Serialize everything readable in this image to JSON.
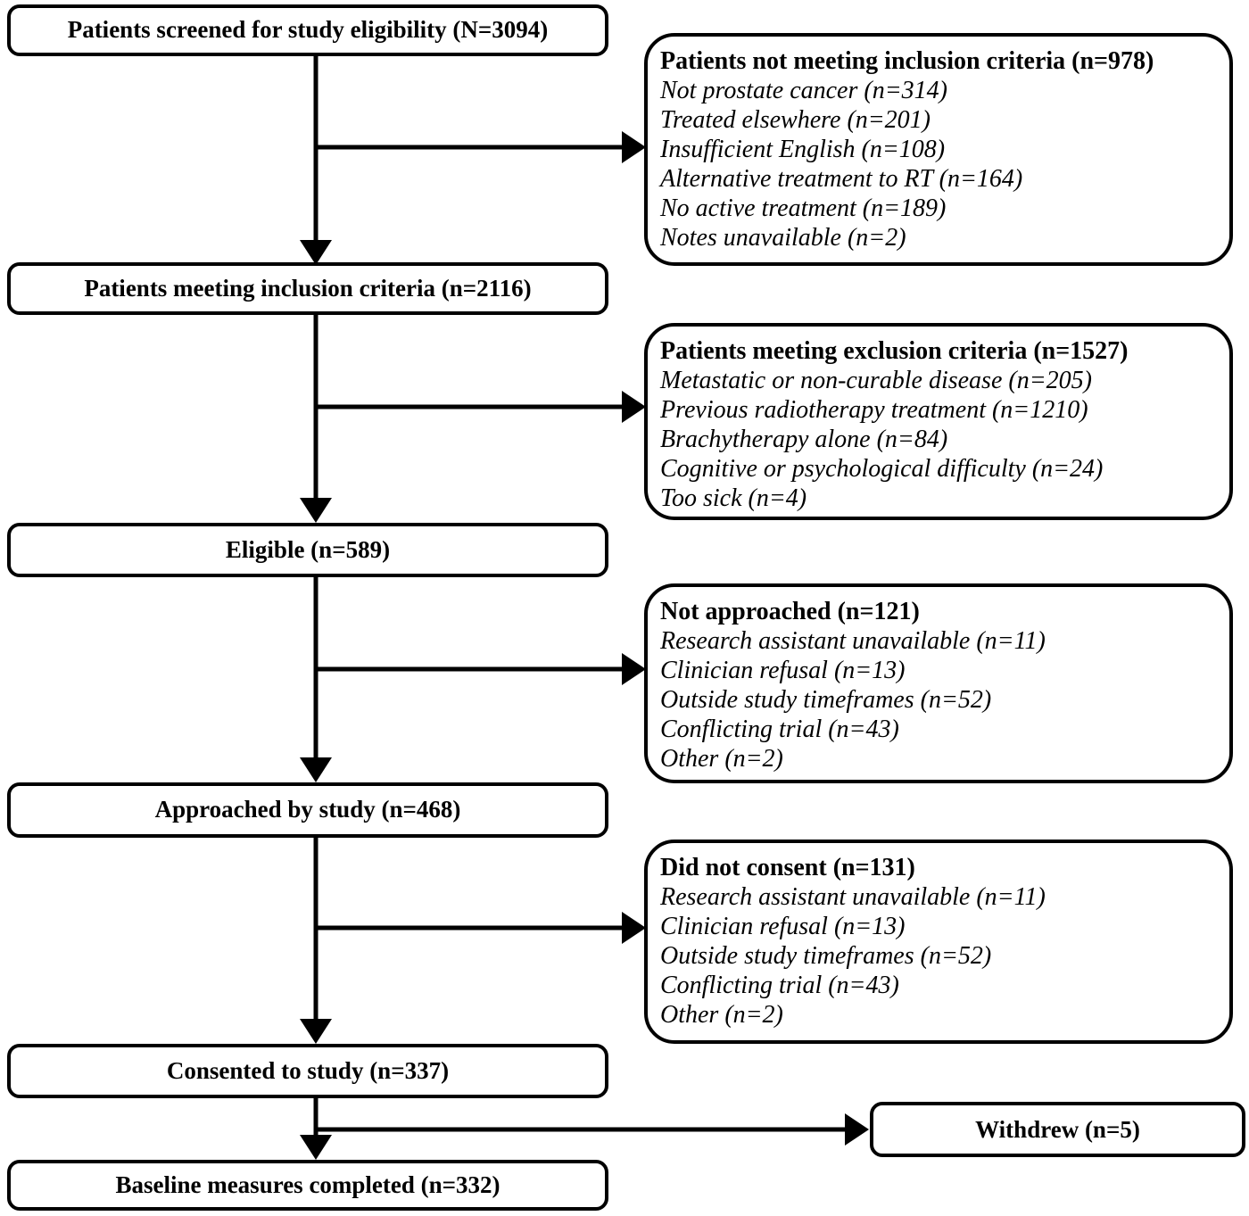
{
  "flowchart": {
    "main_boxes": [
      {
        "label": "Patients screened for study eligibility (N=3094)"
      },
      {
        "label": "Patients meeting inclusion criteria (n=2116)"
      },
      {
        "label": "Eligible (n=589)"
      },
      {
        "label": "Approached by study (n=468)"
      },
      {
        "label": "Consented to study (n=337)"
      },
      {
        "label": "Baseline measures completed (n=332)"
      }
    ],
    "side_boxes": [
      {
        "title": "Patients not meeting inclusion criteria (n=978)",
        "items": [
          "Not prostate cancer (n=314)",
          "Treated elsewhere (n=201)",
          "Insufficient English (n=108)",
          "Alternative treatment to RT (n=164)",
          "No active treatment (n=189)",
          "Notes unavailable (n=2)"
        ]
      },
      {
        "title": "Patients meeting exclusion criteria (n=1527)",
        "items": [
          "Metastatic or non-curable disease (n=205)",
          "Previous radiotherapy treatment (n=1210)",
          "Brachytherapy alone (n=84)",
          "Cognitive or psychological difficulty (n=24)",
          "Too sick (n=4)"
        ]
      },
      {
        "title": "Not approached (n=121)",
        "items": [
          "Research assistant unavailable (n=11)",
          "Clinician refusal (n=13)",
          "Outside study timeframes (n=52)",
          "Conflicting trial (n=43)",
          "Other (n=2)"
        ]
      },
      {
        "title": "Did not consent (n=131)",
        "items": [
          "Research assistant unavailable (n=11)",
          "Clinician refusal (n=13)",
          "Outside study timeframes (n=52)",
          "Conflicting trial (n=43)",
          "Other (n=2)"
        ]
      },
      {
        "title": "Withdrew (n=5)",
        "items": []
      }
    ],
    "colors": {
      "border": "#000000",
      "background": "#ffffff",
      "text": "#000000",
      "arrow": "#000000"
    }
  }
}
